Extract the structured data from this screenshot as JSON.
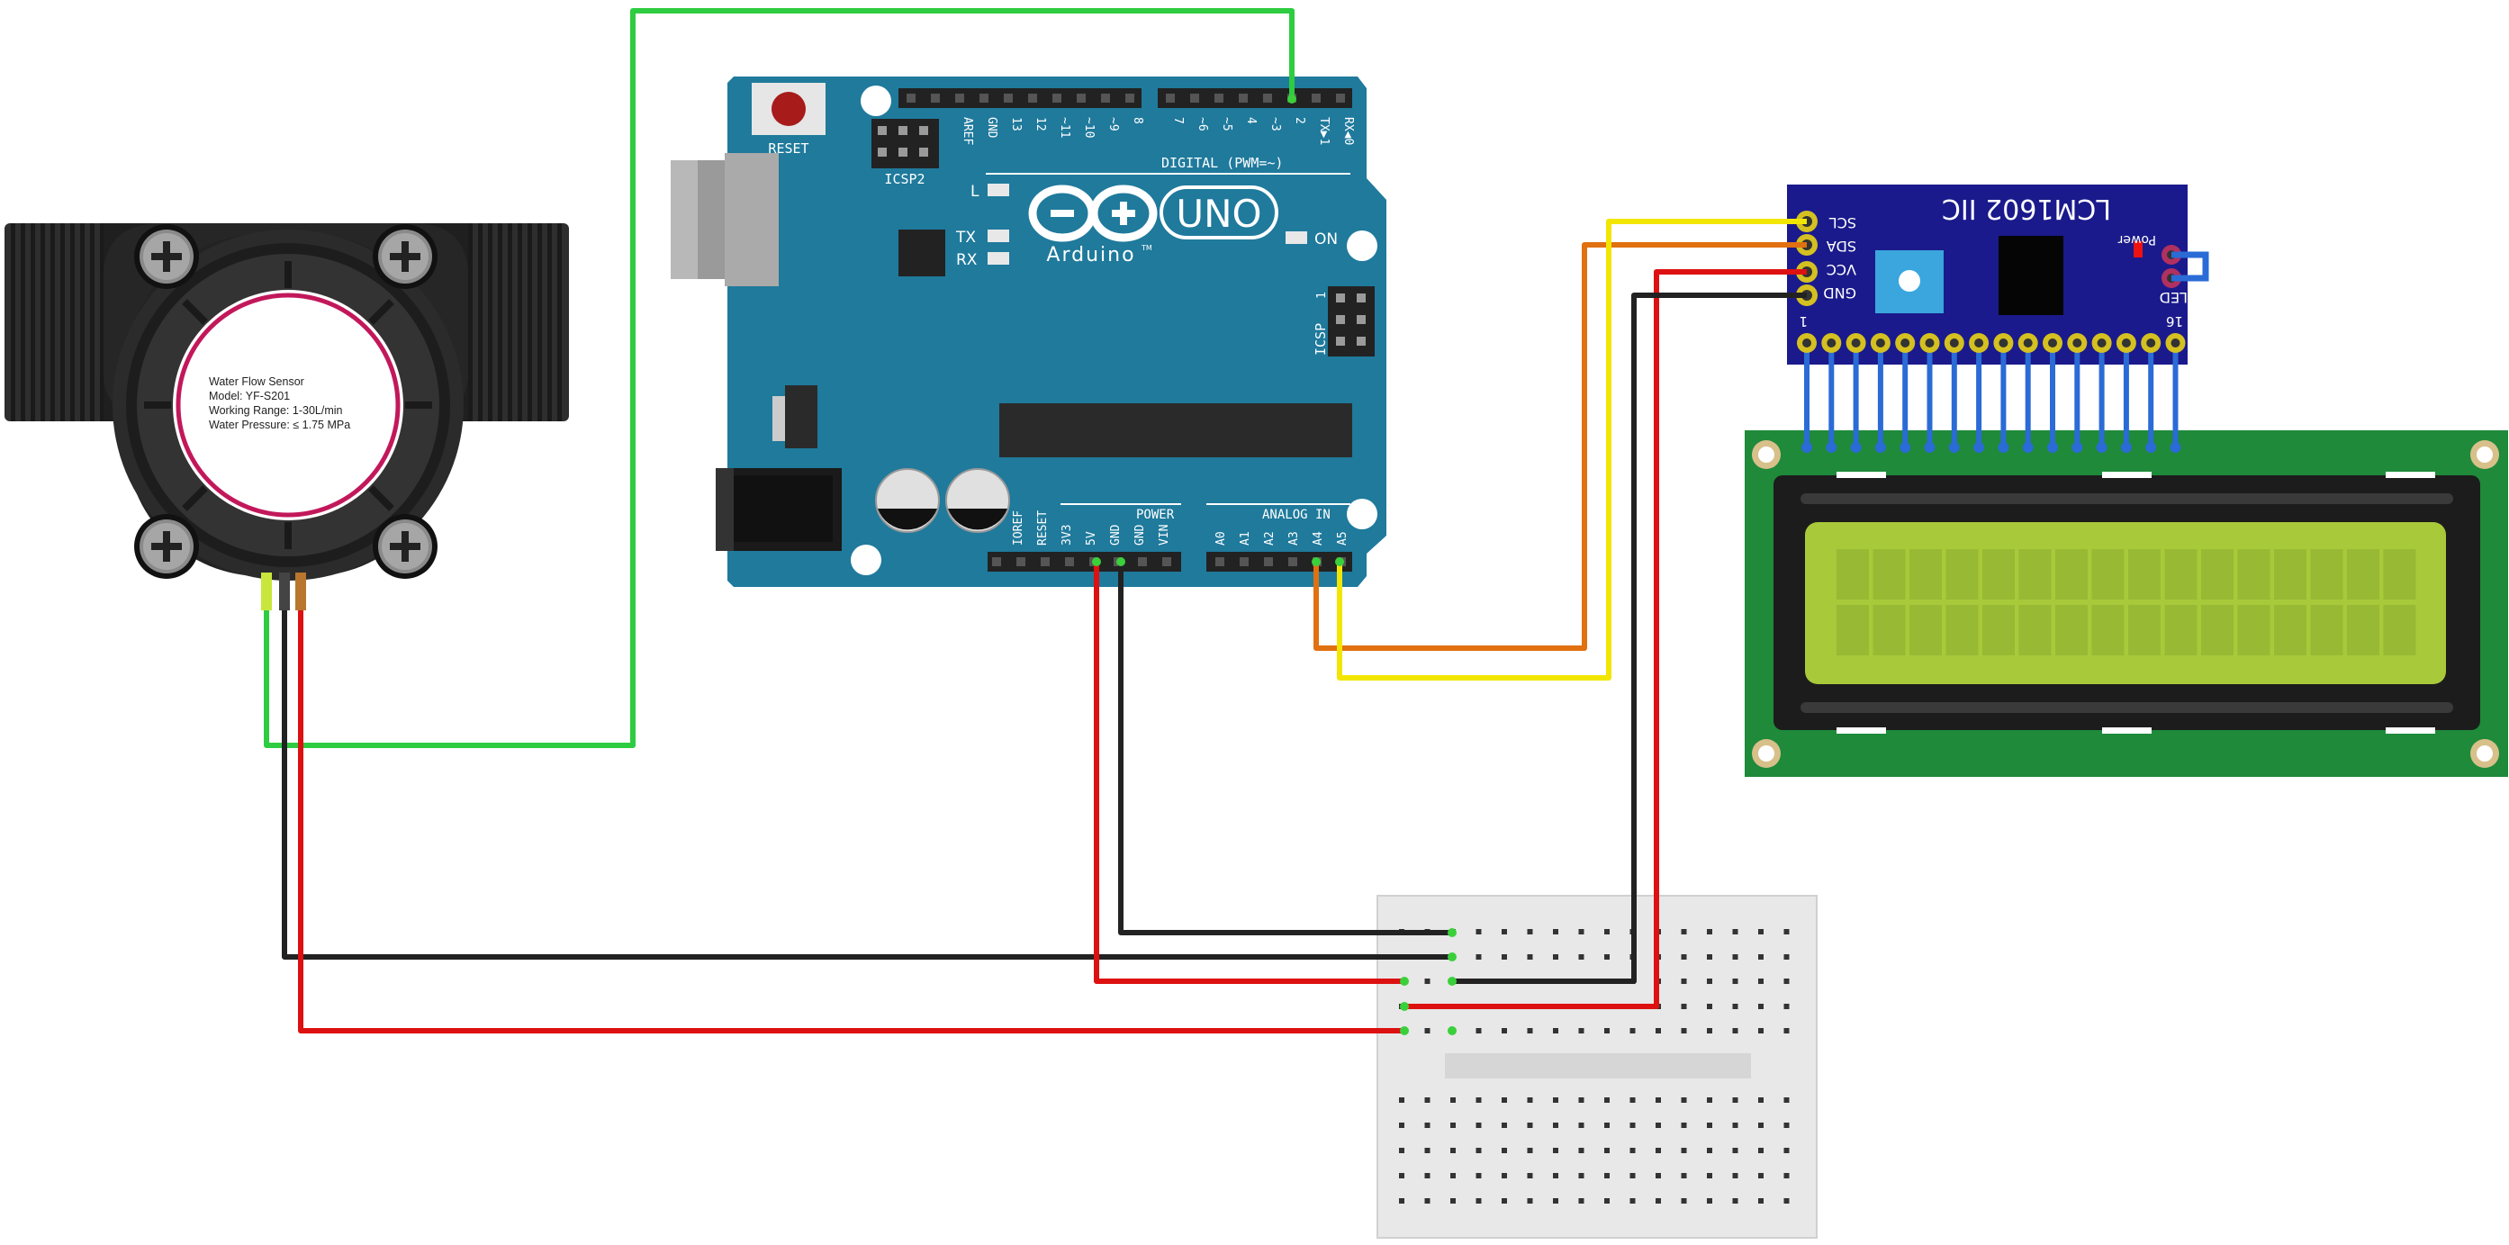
{
  "flow_sensor": {
    "label_lines": [
      "Water Flow Sensor",
      "Model: YF-S201",
      "Working Range: 1-30L/min",
      "Water Pressure: ≤ 1.75 MPa"
    ],
    "ring_color": "#c2185b",
    "body_color": "#2a2a2a"
  },
  "arduino": {
    "reset_label": "RESET",
    "icsp2_label": "ICSP2",
    "icsp_label": "ICSP",
    "icsp_pin1": "1",
    "digital_label": "DIGITAL (PWM=~)",
    "digital_pins_left": [
      "AREF",
      "GND",
      "13",
      "12",
      "~11",
      "~10",
      "~9",
      "8"
    ],
    "digital_pins_right": [
      "7",
      "~6",
      "~5",
      "4",
      "~3",
      "2",
      "TX▶1",
      "RX◀0"
    ],
    "power_label": "POWER",
    "power_pins": [
      "IOREF",
      "RESET",
      "3V3",
      "5V",
      "GND",
      "GND",
      "VIN"
    ],
    "analog_label": "ANALOG IN",
    "analog_pins": [
      "A0",
      "A1",
      "A2",
      "A3",
      "A4",
      "A5"
    ],
    "led_l": "L",
    "led_tx": "TX",
    "led_rx": "RX",
    "led_on": "ON",
    "logo_text": "Arduino",
    "logo_tm": "TM",
    "uno_text": "UNO",
    "board_color": "#1f7a9c"
  },
  "i2c_module": {
    "title": "LCM1602 IIC",
    "power_label": "Power",
    "led_label": "LED",
    "pins": [
      "SCL",
      "SDA",
      "VCC",
      "GND"
    ],
    "pin_first": "1",
    "pin_last": "16",
    "board_color": "#1a1a8c"
  },
  "lcd": {
    "board_color": "#1e8a3a",
    "screen_color": "#a8c93a"
  },
  "wire_colors": {
    "signal": "#2ecc40",
    "ground": "#222222",
    "power": "#dd1111",
    "scl": "#f2e600",
    "sda": "#e07010"
  }
}
